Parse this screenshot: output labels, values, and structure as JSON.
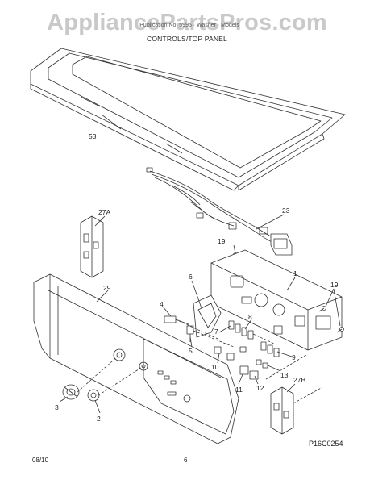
{
  "watermark": "AppliancePartsPros.com",
  "header": {
    "line": "Publication No. 5995   ·   Washer   ·   Models",
    "section_title": "CONTROLS/TOP PANEL"
  },
  "parts": {
    "p53": "53",
    "p23": "23",
    "p27a": "27A",
    "p19a": "19",
    "p1": "1",
    "p19b": "19",
    "p29": "29",
    "p6": "6",
    "p4": "4",
    "p7": "7",
    "p8": "8",
    "p5": "5",
    "p10": "10",
    "p9": "9",
    "p13": "13",
    "p11": "11",
    "p12": "12",
    "p27b": "27B",
    "p3": "3",
    "p2": "2"
  },
  "footer": {
    "drawing_code": "P16C0254",
    "date": "08/10",
    "page": "6"
  }
}
